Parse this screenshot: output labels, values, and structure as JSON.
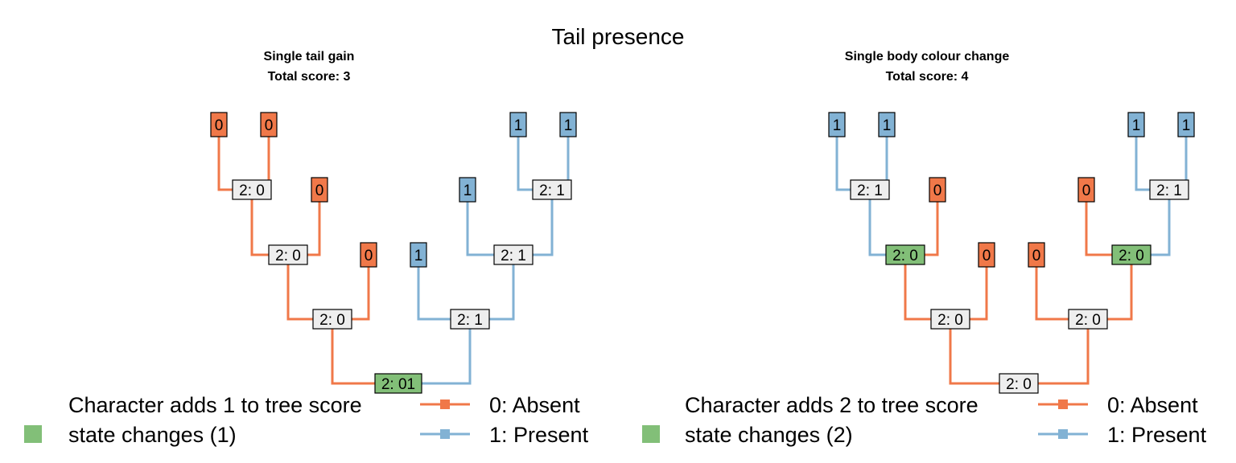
{
  "title": "Tail presence",
  "colors": {
    "absent": "#f07849",
    "present": "#82b2d4",
    "change": "#82bf78",
    "internal": "#eeeeee",
    "outline": "#000000"
  },
  "panels": [
    {
      "id": "left",
      "subtitle_line1": "Single tail gain",
      "subtitle_line2": "Total score: 3",
      "legend": {
        "header": "Character adds 1 to tree score",
        "swatch_label": "state changes (1)",
        "state0": "0: Absent",
        "state1": "1: Present"
      },
      "tips": [
        {
          "id": "t1",
          "label": "0",
          "state": "absent"
        },
        {
          "id": "t2",
          "label": "0",
          "state": "absent"
        },
        {
          "id": "t3",
          "label": "0",
          "state": "absent"
        },
        {
          "id": "t4",
          "label": "0",
          "state": "absent"
        },
        {
          "id": "t5",
          "label": "1",
          "state": "present"
        },
        {
          "id": "t6",
          "label": "1",
          "state": "present"
        },
        {
          "id": "t7",
          "label": "1",
          "state": "present"
        },
        {
          "id": "t8",
          "label": "1",
          "state": "present"
        }
      ],
      "internal": [
        {
          "id": "n1",
          "label": "2: 0",
          "kind": "internal"
        },
        {
          "id": "n2",
          "label": "2: 0",
          "kind": "internal"
        },
        {
          "id": "n3",
          "label": "2: 0",
          "kind": "internal"
        },
        {
          "id": "n4",
          "label": "2: 1",
          "kind": "internal"
        },
        {
          "id": "n5",
          "label": "2: 1",
          "kind": "internal"
        },
        {
          "id": "n6",
          "label": "2: 1",
          "kind": "internal"
        },
        {
          "id": "n7",
          "label": "2: 01",
          "kind": "change"
        }
      ]
    },
    {
      "id": "right",
      "subtitle_line1": "Single body colour change",
      "subtitle_line2": "Total score: 4",
      "legend": {
        "header": "Character adds 2 to tree score",
        "swatch_label": "state changes (2)",
        "state0": "0: Absent",
        "state1": "1: Present"
      },
      "tips": [
        {
          "id": "t1",
          "label": "1",
          "state": "present"
        },
        {
          "id": "t2",
          "label": "1",
          "state": "present"
        },
        {
          "id": "t3",
          "label": "0",
          "state": "absent"
        },
        {
          "id": "t4",
          "label": "0",
          "state": "absent"
        },
        {
          "id": "t5",
          "label": "0",
          "state": "absent"
        },
        {
          "id": "t6",
          "label": "0",
          "state": "absent"
        },
        {
          "id": "t7",
          "label": "1",
          "state": "present"
        },
        {
          "id": "t8",
          "label": "1",
          "state": "present"
        }
      ],
      "internal": [
        {
          "id": "n1",
          "label": "2: 1",
          "kind": "internal"
        },
        {
          "id": "n2",
          "label": "2: 0",
          "kind": "change"
        },
        {
          "id": "n3",
          "label": "2: 0",
          "kind": "internal"
        },
        {
          "id": "n4",
          "label": "2: 1",
          "kind": "internal"
        },
        {
          "id": "n5",
          "label": "2: 0",
          "kind": "change"
        },
        {
          "id": "n6",
          "label": "2: 0",
          "kind": "internal"
        },
        {
          "id": "n7",
          "label": "2: 0",
          "kind": "internal"
        }
      ]
    }
  ]
}
